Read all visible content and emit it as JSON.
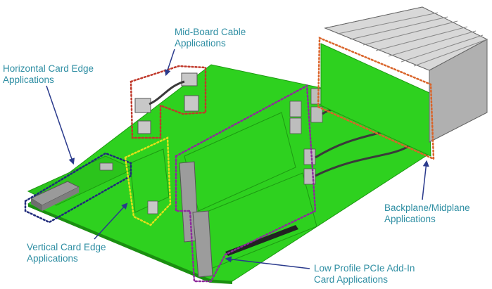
{
  "colors": {
    "label_text": "#2e8ea3",
    "board_green": "#2ed11f",
    "leader_line": "#2a3a8c",
    "outline_red": "#c0392b",
    "outline_navy": "#1f2a7a",
    "outline_yellow": "#e3e01a",
    "outline_purple": "#8e2a9c",
    "outline_orange": "#d9642a"
  },
  "labels": {
    "mid_board": {
      "line1": "Mid-Board Cable",
      "line2": "Applications"
    },
    "horizontal": {
      "line1": "Horizontal Card Edge",
      "line2": "Applications"
    },
    "backplane": {
      "line1": "Backplane/Midplane",
      "line2": "Applications"
    },
    "vertical": {
      "line1": "Vertical Card Edge",
      "line2": "Applications"
    },
    "low_profile": {
      "line1": "Low Profile PCIe Add-In",
      "line2": "Card Applications"
    }
  }
}
